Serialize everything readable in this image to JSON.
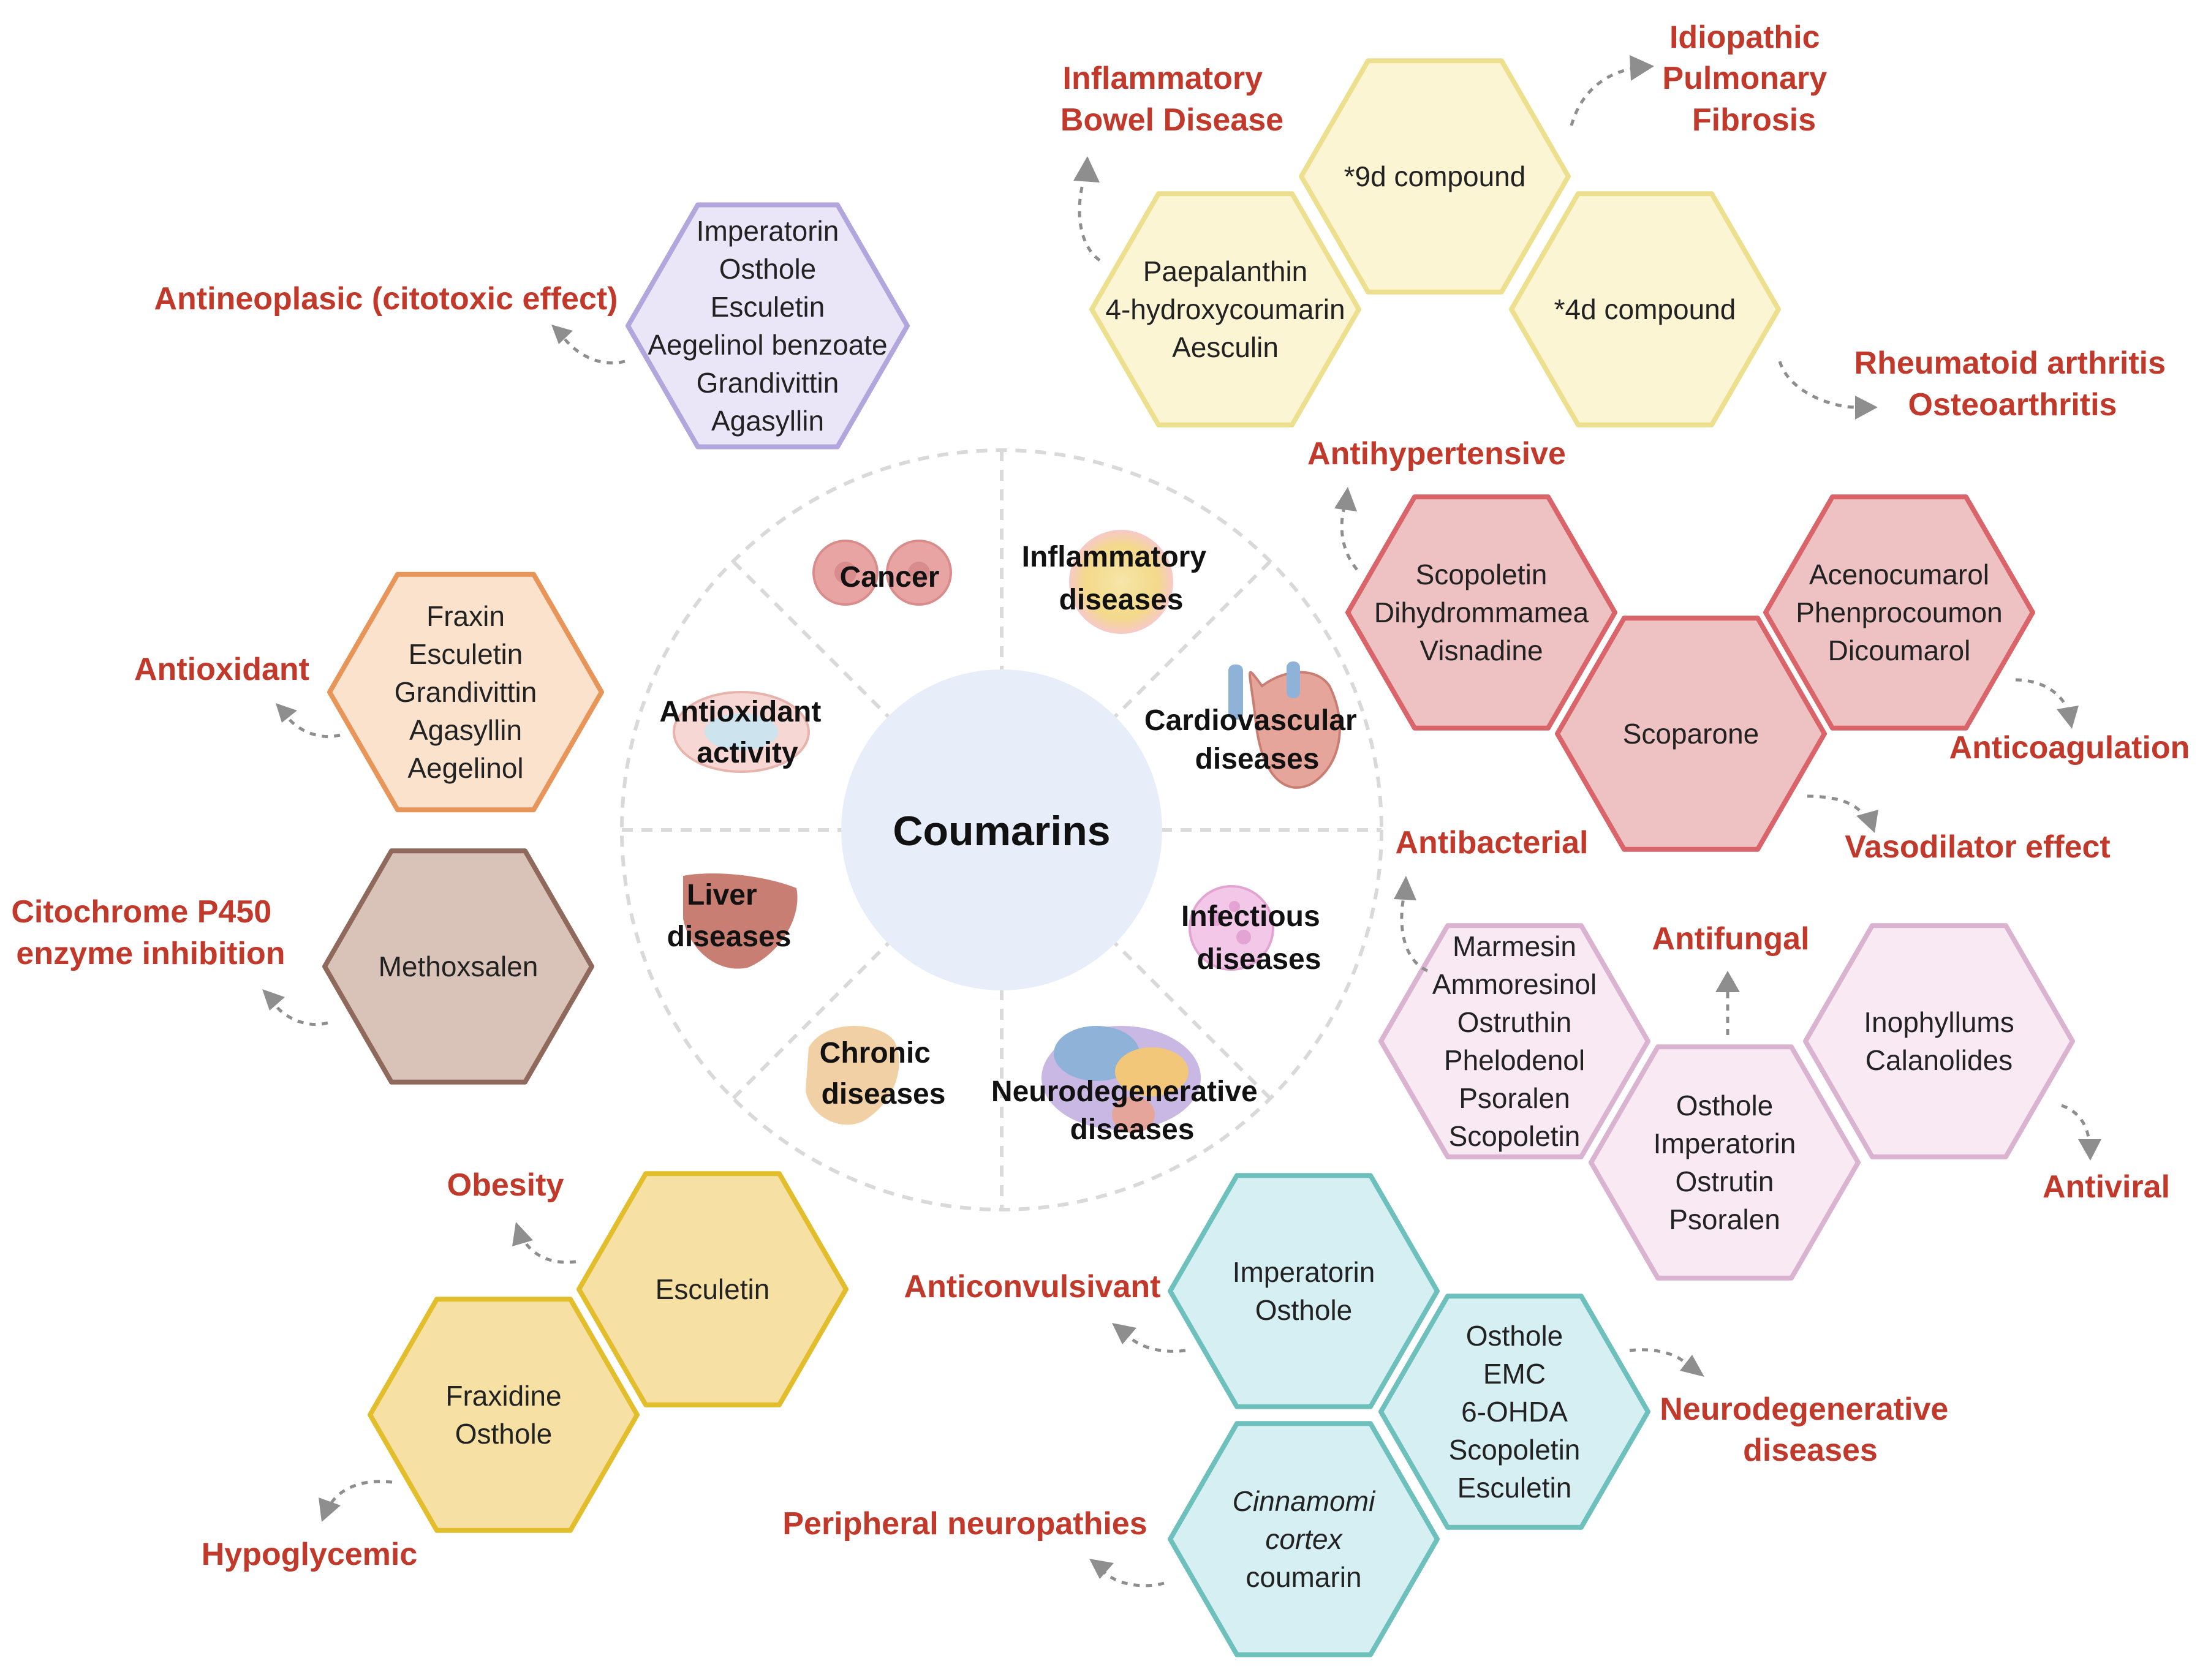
{
  "center": {
    "title": "Coumarins",
    "segments": [
      {
        "lines": [
          "Cancer"
        ]
      },
      {
        "lines": [
          "Inflammatory",
          "diseases"
        ]
      },
      {
        "lines": [
          "Cardiovascular",
          "diseases"
        ]
      },
      {
        "lines": [
          "Infectious",
          "diseases"
        ]
      },
      {
        "lines": [
          "Neurodegenerative",
          "diseases"
        ]
      },
      {
        "lines": [
          "Chronic",
          "diseases"
        ]
      },
      {
        "lines": [
          "Liver",
          "diseases"
        ]
      },
      {
        "lines": [
          "Antioxidant",
          "activity"
        ]
      }
    ]
  },
  "colors": {
    "purple": {
      "fill": "#ebe6f7",
      "stroke": "#b3a6dc"
    },
    "yellow_light": {
      "fill": "#fbf5d4",
      "stroke": "#ece08e"
    },
    "orange": {
      "fill": "#fbe2cc",
      "stroke": "#e8955a"
    },
    "brown": {
      "fill": "#d9c3b9",
      "stroke": "#8f6a5c"
    },
    "red": {
      "fill": "#eec2c2",
      "stroke": "#d9646a"
    },
    "pink": {
      "fill": "#f8e9f3",
      "stroke": "#d9b3cf"
    },
    "teal": {
      "fill": "#d6eff2",
      "stroke": "#6dc0bc"
    },
    "gold": {
      "fill": "#f6e0a4",
      "stroke": "#e2be2c"
    },
    "effect_text": "#c0392b",
    "center_circle": "#e8eef9"
  },
  "hexagons": [
    {
      "id": "purple",
      "lines": [
        "Imperatorin",
        "Osthole",
        "Esculetin",
        "Aegelinol benzoate",
        "Grandivittin",
        "Agasyllin"
      ]
    },
    {
      "id": "orange",
      "lines": [
        "Fraxin",
        "Esculetin",
        "Grandivittin",
        "Agasyllin",
        "Aegelinol"
      ]
    },
    {
      "id": "brown",
      "lines": [
        "Methoxsalen"
      ]
    },
    {
      "id": "yellow-paepalanthin",
      "lines": [
        "Paepalanthin",
        "4-hydroxycoumarin",
        "Aesculin"
      ]
    },
    {
      "id": "yellow-9d",
      "lines": [
        "*9d compound"
      ]
    },
    {
      "id": "yellow-4d",
      "lines": [
        "*4d compound"
      ]
    },
    {
      "id": "red-scopoletin",
      "lines": [
        "Scopoletin",
        "Dihydrommamea",
        "Visnadine"
      ]
    },
    {
      "id": "red-scoparone",
      "lines": [
        "Scoparone"
      ]
    },
    {
      "id": "red-acenocumarol",
      "lines": [
        "Acenocumarol",
        "Phenprocoumon",
        "Dicoumarol"
      ]
    },
    {
      "id": "pink-marmesin",
      "lines": [
        "Marmesin",
        "Ammoresinol",
        "Ostruthin",
        "Phelodenol",
        "Psoralen",
        "Scopoletin"
      ]
    },
    {
      "id": "pink-osthole",
      "lines": [
        "Osthole",
        "Imperatorin",
        "Ostrutin",
        "Psoralen"
      ]
    },
    {
      "id": "pink-inophyllums",
      "lines": [
        "Inophyllums",
        "Calanolides"
      ]
    },
    {
      "id": "teal-imperatorin",
      "lines": [
        "Imperatorin",
        "Osthole"
      ]
    },
    {
      "id": "teal-osthole",
      "lines": [
        "Osthole",
        "EMC",
        "6-OHDA",
        "Scopoletin",
        "Esculetin"
      ]
    },
    {
      "id": "teal-cinnamomi",
      "lines": [
        "Cinnamomi",
        "cortex",
        "coumarin"
      ]
    },
    {
      "id": "gold-esculetin",
      "lines": [
        "Esculetin"
      ]
    },
    {
      "id": "gold-fraxidine",
      "lines": [
        "Fraxidine",
        "Osthole"
      ]
    }
  ],
  "effects": [
    {
      "id": "antineoplasic",
      "lines": [
        "Antineoplasic (citotoxic effect)"
      ]
    },
    {
      "id": "antioxidant",
      "lines": [
        "Antioxidant"
      ]
    },
    {
      "id": "cyp450",
      "lines": [
        "Citochrome P450",
        "enzyme inhibition"
      ]
    },
    {
      "id": "ibd",
      "lines": [
        "Inflammatory",
        "Bowel Disease"
      ]
    },
    {
      "id": "ipf",
      "lines": [
        "Idiopathic",
        "Pulmonary",
        "Fibrosis"
      ]
    },
    {
      "id": "ra",
      "lines": [
        "Rheumatoid arthritis",
        "Osteoarthritis"
      ]
    },
    {
      "id": "antihypertensive",
      "lines": [
        "Antihypertensive"
      ]
    },
    {
      "id": "anticoagulation",
      "lines": [
        "Anticoagulation"
      ]
    },
    {
      "id": "vasodilator",
      "lines": [
        "Vasodilator effect"
      ]
    },
    {
      "id": "antibacterial",
      "lines": [
        "Antibacterial"
      ]
    },
    {
      "id": "antifungal",
      "lines": [
        "Antifungal"
      ]
    },
    {
      "id": "antiviral",
      "lines": [
        "Antiviral"
      ]
    },
    {
      "id": "anticonvulsivant",
      "lines": [
        "Anticonvulsivant"
      ]
    },
    {
      "id": "neurodegenerative",
      "lines": [
        "Neurodegenerative",
        "diseases"
      ]
    },
    {
      "id": "peripheral",
      "lines": [
        "Peripheral neuropathies"
      ]
    },
    {
      "id": "obesity",
      "lines": [
        "Obesity"
      ]
    },
    {
      "id": "hypoglycemic",
      "lines": [
        "Hypoglycemic"
      ]
    }
  ]
}
